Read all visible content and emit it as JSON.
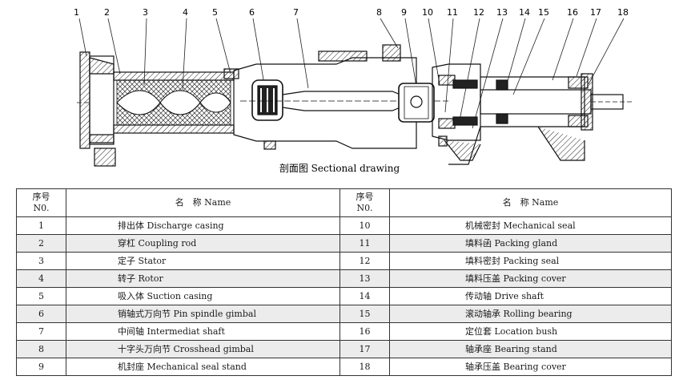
{
  "caption": "剖面图 Sectional drawing",
  "callouts": [
    "1",
    "2",
    "3",
    "4",
    "5",
    "6",
    "7",
    "8",
    "9",
    "10",
    "11",
    "12",
    "13",
    "14",
    "15",
    "16",
    "17",
    "18"
  ],
  "table": {
    "headers": {
      "no_left": [
        "序号",
        "N0."
      ],
      "name_left": "名　称 Name",
      "no_right": [
        "序号",
        "N0."
      ],
      "name_right": "名　称 Name"
    },
    "rows": [
      {
        "no_l": "1",
        "name_l": "排出体 Discharge casing",
        "no_r": "10",
        "name_r": "机械密封 Mechanical seal"
      },
      {
        "no_l": "2",
        "name_l": "穿杠 Coupling rod",
        "no_r": "11",
        "name_r": "填料函 Packing gland"
      },
      {
        "no_l": "3",
        "name_l": "定子 Stator",
        "no_r": "12",
        "name_r": "填料密封 Packing seal"
      },
      {
        "no_l": "4",
        "name_l": "转子 Rotor",
        "no_r": "13",
        "name_r": "填料压盖 Packing cover"
      },
      {
        "no_l": "5",
        "name_l": "吸入体 Suction casing",
        "no_r": "14",
        "name_r": "传动轴 Drive shaft"
      },
      {
        "no_l": "6",
        "name_l": "销轴式万向节 Pin spindle gimbal",
        "no_r": "15",
        "name_r": "滚动轴承 Rolling bearing"
      },
      {
        "no_l": "7",
        "name_l": "中间轴 Intermediat shaft",
        "no_r": "16",
        "name_r": "定位套 Location bush"
      },
      {
        "no_l": "8",
        "name_l": "十字头万向节 Crosshead gimbal",
        "no_r": "17",
        "name_r": "轴承座 Bearing stand"
      },
      {
        "no_l": "9",
        "name_l": "机封座 Mechanical seal stand",
        "no_r": "18",
        "name_r": "轴承压盖 Bearing cover"
      }
    ]
  }
}
